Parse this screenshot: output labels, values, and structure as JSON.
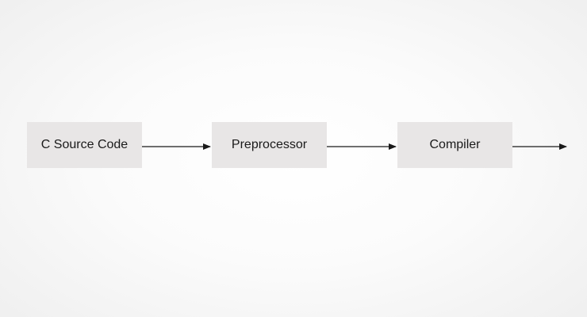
{
  "diagram": {
    "nodes": [
      {
        "label": "C Source Code"
      },
      {
        "label": "Preprocessor"
      },
      {
        "label": "Compiler"
      }
    ],
    "colors": {
      "node_fill": "#e8e6e6",
      "arrow": "#1a1a1a",
      "text": "#1a1a1a"
    }
  }
}
